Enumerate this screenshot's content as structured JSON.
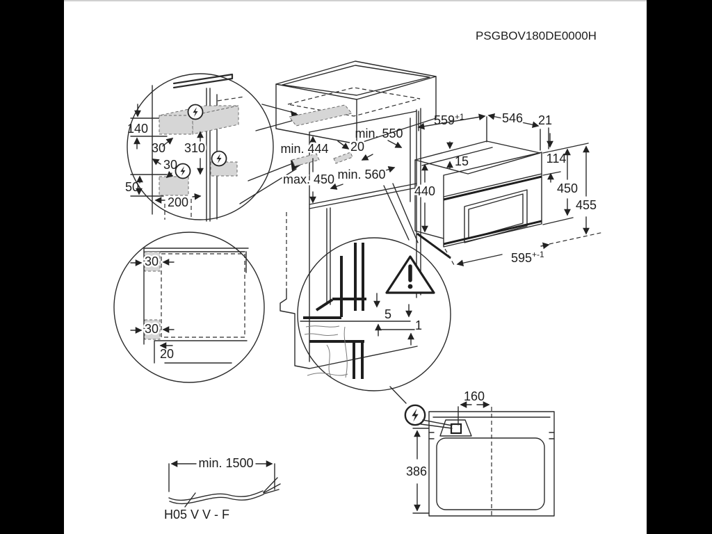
{
  "title": "PSGBOV180DE0000H",
  "colors": {
    "line": "#2b2b2b",
    "zone_fill": "#d6d6d6",
    "letterbox": "#000000"
  },
  "side_detail": {
    "d140": "140",
    "d30_top": "30",
    "d310": "310",
    "d30_mid": "30",
    "d50": "50",
    "d200": "200"
  },
  "cabinet": {
    "d_min550": "min. 550",
    "d20": "20",
    "d_min444": "min. 444",
    "d_max450": "max. 450",
    "d_min560": "min. 560"
  },
  "oven": {
    "d559": "559",
    "d559_tol": "+1",
    "d546": "546",
    "d21": "21",
    "d15": "15",
    "d114": "114",
    "d440": "440",
    "d450": "450",
    "d455": "455",
    "d595": "595",
    "d595_tol": "+-1"
  },
  "top_detail": {
    "d30_a": "30",
    "d30_b": "30",
    "d20": "20"
  },
  "edge_detail": {
    "d5": "5",
    "d1": "1"
  },
  "rear_view": {
    "d160": "160",
    "d386": "386"
  },
  "cable": {
    "d_min1500": "min. 1500",
    "type": "H05 V V - F"
  }
}
